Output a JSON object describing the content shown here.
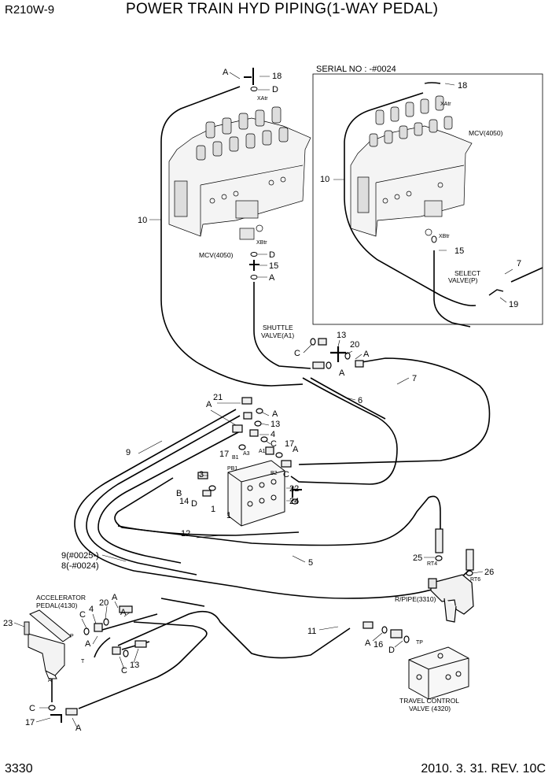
{
  "header": {
    "model": "R210W-9",
    "title": "POWER TRAIN HYD PIPING(1-WAY PEDAL)"
  },
  "footer": {
    "page": "3330",
    "revision": "2010. 3. 31. REV. 10C"
  },
  "inset": {
    "serial": "SERIAL NO : -#0024",
    "mcv": "MCV(4050)",
    "xatr": "XAtr",
    "xbtr": "XBtr",
    "select_valve": [
      "SELECT",
      "VALVE(P)"
    ],
    "callouts": {
      "c18": "18",
      "c10": "10",
      "c15": "15",
      "c7": "7",
      "c19": "19"
    }
  },
  "main": {
    "mcv": "MCV(4050)",
    "xatr": "XAtr",
    "xbtr": "XBtr",
    "shuttle": [
      "SHUTTLE",
      "VALVE(A1)"
    ],
    "accelerator": [
      "ACCELERATOR",
      "PEDAL(4130)"
    ],
    "rpipe": "R/PIPE(3310)",
    "travel": [
      "TRAVEL CONTROL",
      "VALVE (4320)"
    ],
    "ports": {
      "B1": "B1",
      "A3": "A3",
      "A1": "A1",
      "B2": "B2",
      "PB1": "PB1",
      "RT4": "RT4",
      "RT6": "RT6",
      "TP": "TP",
      "P": "P",
      "T": "T",
      "A": "A"
    },
    "callouts": {
      "c18": "18",
      "D_top": "D",
      "A_top": "A",
      "c10": "10",
      "D_mcv": "D",
      "c15": "15",
      "A_mcv": "A",
      "C_sh": "C",
      "c13_sh": "13",
      "c20_sh": "20",
      "A_sh1": "A",
      "A_sh2": "A",
      "c7": "7",
      "c6": "6",
      "c21": "21",
      "A21": "A",
      "A_b1": "A",
      "c13_b": "13",
      "c4_b": "4",
      "C_b": "C",
      "c17_b": "17",
      "A_b2": "A",
      "c17_b2": "17",
      "C_b2": "C",
      "c9": "9",
      "c3": "3",
      "B": "B",
      "c14": "14",
      "D_b": "D",
      "c1_small": "1",
      "c22": "22",
      "c24": "24",
      "c1": "1",
      "c12": "12",
      "c9_note": "9(#0025-)",
      "c8_note": "8(-#0024)",
      "c5": "5",
      "c25": "25",
      "c26": "26",
      "c23": "23",
      "c20_p": "20",
      "A_p1": "A",
      "C_p1": "C",
      "c4_p": "4",
      "A_p2": "A",
      "A_p3": "A",
      "C_p2": "C",
      "c13_p": "13",
      "c11": "11",
      "A_tcv": "A",
      "c16": "16",
      "D_tcv": "D",
      "C_bot": "C",
      "c17_bot": "17",
      "A_bot": "A"
    }
  }
}
